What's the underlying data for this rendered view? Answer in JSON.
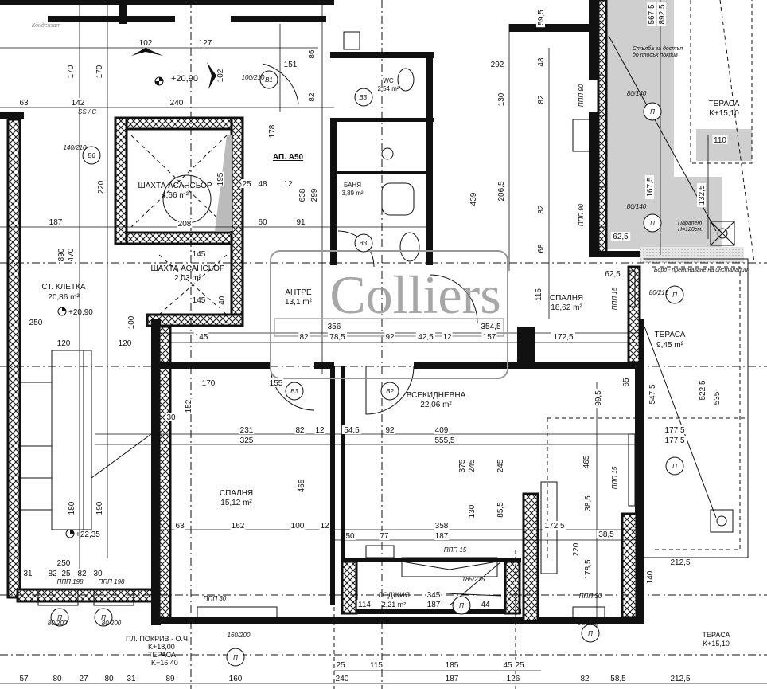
{
  "apartment_label": "АП. А50",
  "watermark": "Colliers",
  "rooms": [
    {
      "name": "ШАХТА АСАНСЬОР",
      "area": "4,66 m²"
    },
    {
      "name": "ШАХТА АСАНСЬОР",
      "area": "2,03 m²"
    },
    {
      "name": "БАНЯ",
      "area": "3,89 m²"
    },
    {
      "name": "WC",
      "area": "2,54 m²"
    },
    {
      "name": "АНТРЕ",
      "area": "13,1 m²"
    },
    {
      "name": "СТ. КЛЕТКА",
      "area": "20,86 m²"
    },
    {
      "name": "СПАЛНЯ",
      "area": "18,62 m²"
    },
    {
      "name": "ТЕРАСА",
      "area": "9,45 m²"
    },
    {
      "name": "ВСЕКИДНЕВНА",
      "area": "22,06 m²"
    },
    {
      "name": "СПАЛНЯ",
      "area": "15,12 m²"
    },
    {
      "name": "ЛОДЖИЯ",
      "area": "2,21 m²"
    }
  ],
  "terraces": [
    {
      "name": "ТЕРАСА",
      "level": "K+15,10"
    },
    {
      "name": "ТЕРАСА",
      "level": "K+15,10"
    }
  ],
  "roof": {
    "name": "ПЛ. ПОКРИВ - О.Ч.",
    "level": "K+18,00",
    "terrace": "ТЕРАСА",
    "terrace_level": "K+16,40"
  },
  "levels": [
    "+20,90",
    "+20,90",
    "+22,35"
  ],
  "notes": {
    "ladder": "Стълба за достъп",
    "ladder2": "до плосък покрив",
    "parapet": "Парапет",
    "parapet2": "H=120см.",
    "board": "Борд - преминаване на инсталации",
    "condensate": "Кондензат",
    "ss": "SS / C"
  },
  "door_tags": [
    "B1",
    "B6",
    "B3'",
    "B3'",
    "B3",
    "B2",
    "П",
    "П",
    "П",
    "П",
    "П",
    "П",
    "П",
    "П",
    "П"
  ],
  "windows": [
    "ППП 90",
    "ППП 90",
    "ППП 15",
    "ППП 15",
    "ППП 198",
    "ППП 198",
    "ППП 30",
    "ППП 15",
    "ППП 30"
  ],
  "door_sizes": [
    "100/210",
    "140/210",
    "80/140",
    "80/140",
    "80/215",
    "185/215",
    "80/200",
    "80/200",
    "160/200",
    "80/200"
  ],
  "dimensions": [
    "102",
    "127",
    "151",
    "240",
    "142",
    "63",
    "170",
    "170",
    "102",
    "178",
    "638",
    "299",
    "86",
    "82",
    "208",
    "195",
    "25",
    "48",
    "12",
    "60",
    "91",
    "187",
    "220",
    "890",
    "470",
    "145",
    "145",
    "140",
    "292",
    "439",
    "130",
    "206,5",
    "82",
    "82",
    "68",
    "115",
    "62,5",
    "62,5",
    "167,5",
    "132,5",
    "110",
    "567,5",
    "892,5",
    "59,5",
    "48",
    "356",
    "354,5",
    "82",
    "78,5",
    "92",
    "42,5",
    "12",
    "157",
    "145",
    "170",
    "155",
    "152",
    "231",
    "82",
    "12",
    "54,5",
    "92",
    "409",
    "325",
    "555,5",
    "465",
    "375",
    "245",
    "245",
    "130",
    "85,5",
    "162",
    "100",
    "12",
    "358",
    "187",
    "77",
    "50",
    "172,5",
    "38,5",
    "212,5",
    "547,5",
    "522,5",
    "535",
    "99,5",
    "177,5",
    "177,5",
    "172,5",
    "65",
    "465",
    "38,5",
    "178,5",
    "220",
    "140",
    "120",
    "120",
    "100",
    "250",
    "250",
    "31",
    "82",
    "25",
    "82",
    "30",
    "180",
    "190",
    "63",
    "30",
    "345",
    "114",
    "187",
    "44",
    "25",
    "115",
    "185",
    "45",
    "25",
    "57",
    "80",
    "27",
    "80",
    "31",
    "89",
    "160",
    "240",
    "187",
    "126",
    "82",
    "58,5",
    "212,5"
  ]
}
